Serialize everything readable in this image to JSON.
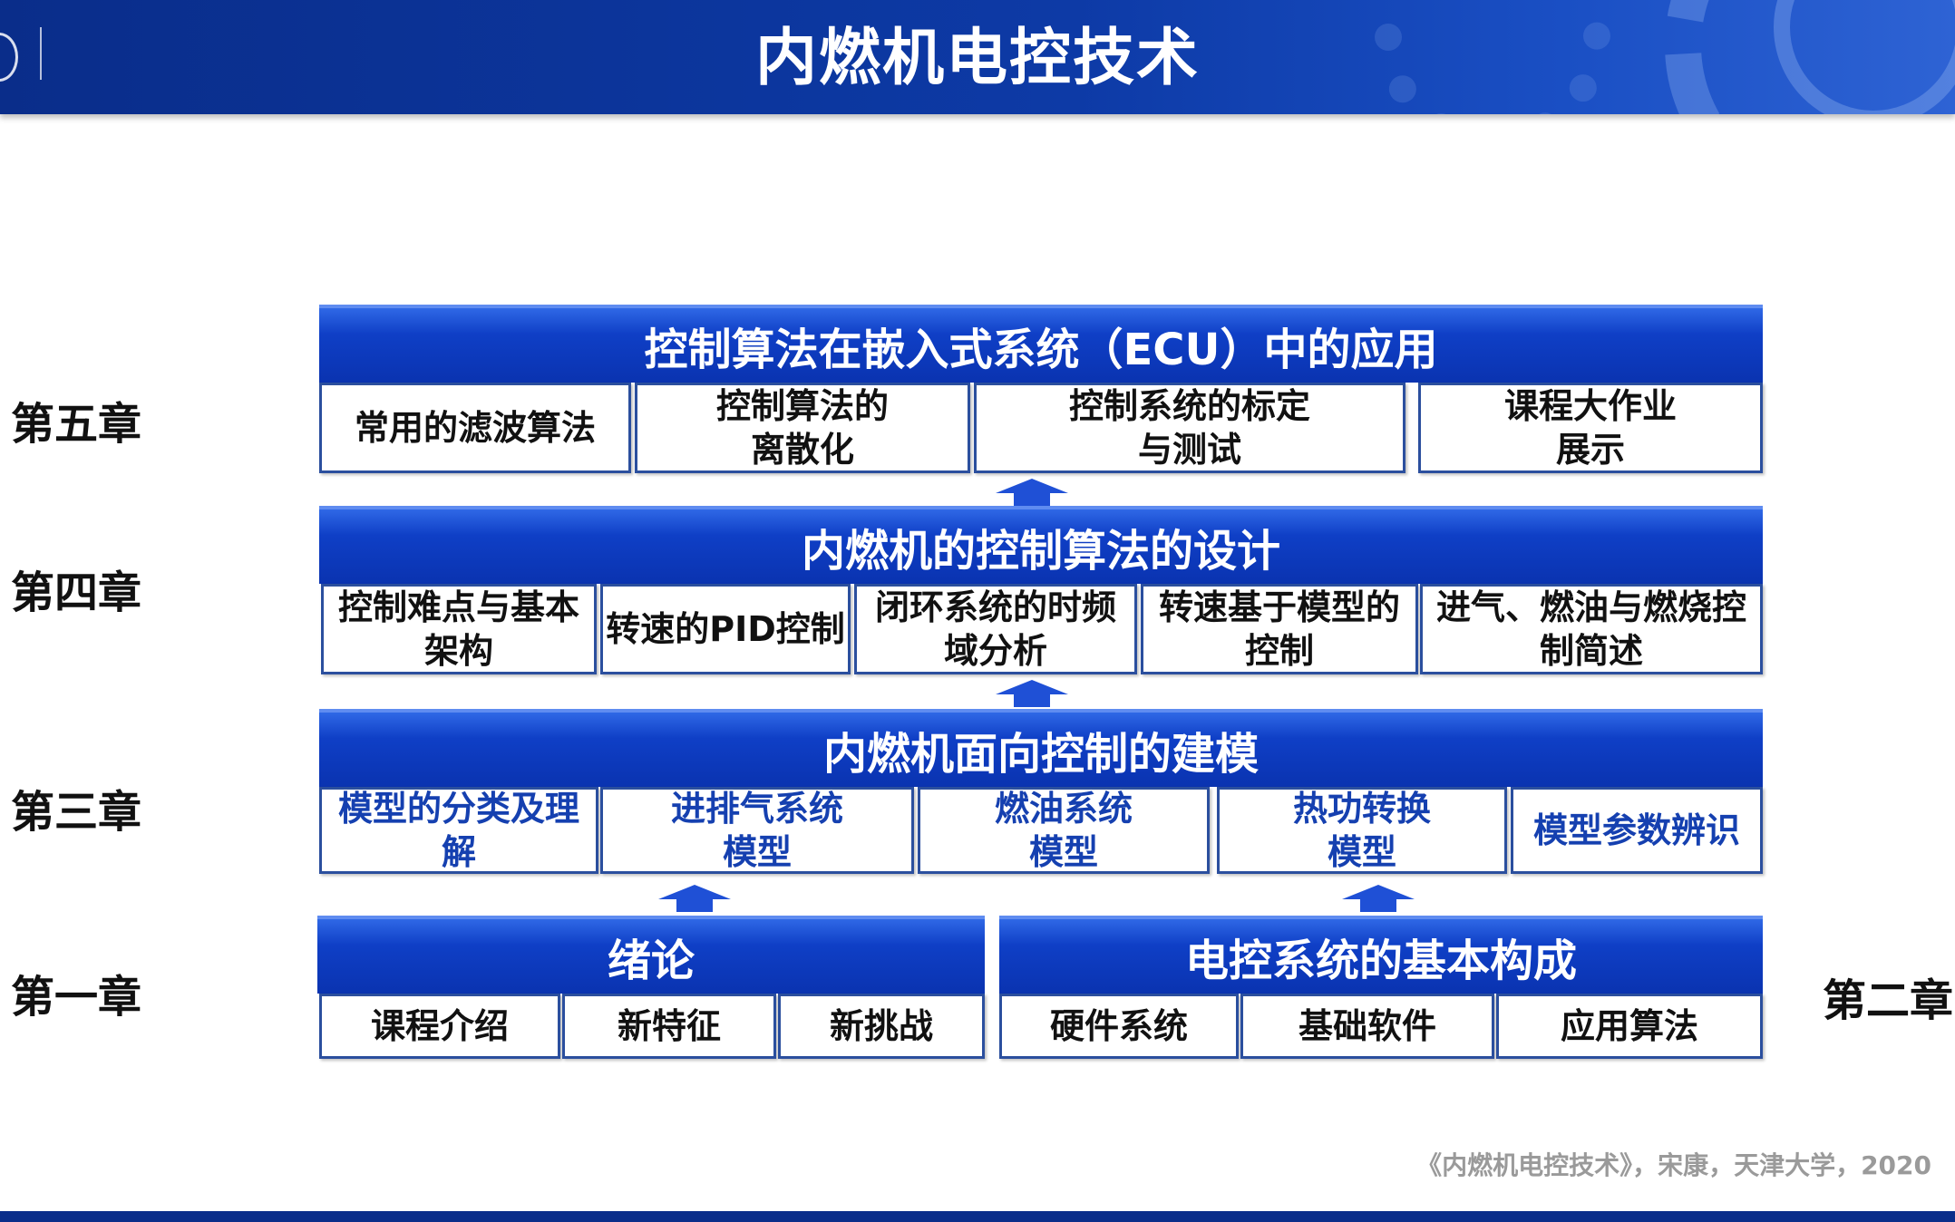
{
  "header": {
    "title": "内燃机电控技术"
  },
  "chapters": {
    "ch5": "第五章",
    "ch4": "第四章",
    "ch3": "第三章",
    "ch1": "第一章",
    "ch2": "第二章"
  },
  "level5": {
    "title": "控制算法在嵌入式系统（ECU）中的应用",
    "items": [
      "常用的滤波算法",
      "控制算法的\n离散化",
      "控制系统的标定\n与测试",
      "课程大作业\n展示"
    ]
  },
  "level4": {
    "title": "内燃机的控制算法的设计",
    "items": [
      "控制难点与基本\n架构",
      "转速的PID控制",
      "闭环系统的时频\n域分析",
      "转速基于模型的\n控制",
      "进气、燃油与燃烧控\n制简述"
    ]
  },
  "level3": {
    "title": "内燃机面向控制的建模",
    "items": [
      "模型的分类及理\n解",
      "进排气系统\n模型",
      "燃油系统\n模型",
      "热功转换\n模型",
      "模型参数辨识"
    ]
  },
  "level1": {
    "title": "绪论",
    "items": [
      "课程介绍",
      "新特征",
      "新挑战"
    ]
  },
  "level2": {
    "title": "电控系统的基本构成",
    "items": [
      "硬件系统",
      "基础软件",
      "应用算法"
    ]
  },
  "footer": {
    "citation": "《内燃机电控技术》，宋康，天津大学，2020"
  },
  "colors": {
    "header": "#0a2d8a",
    "band": "#0f3fc6",
    "border": "#2b4f9e",
    "accent_text": "#1540b0"
  }
}
